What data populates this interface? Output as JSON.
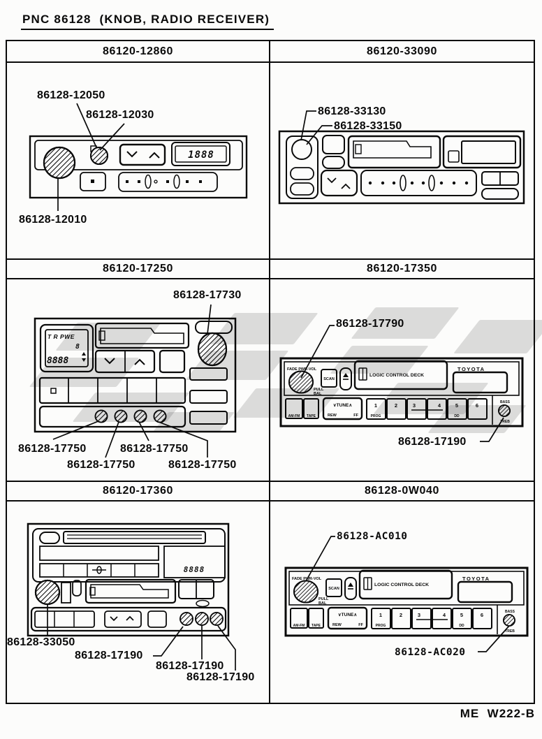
{
  "page": {
    "title": "PNC 86128  (KNOB, RADIO RECEIVER)",
    "footer_code": "ME  W222-B"
  },
  "cells": {
    "c1": {
      "header": "86120-12860",
      "callouts": [
        "86128-12050",
        "86128-12030",
        "86128-12010"
      ],
      "display": "1888"
    },
    "c2": {
      "header": "86120-33090",
      "callouts": [
        "86128-33130",
        "86128-33150"
      ]
    },
    "c3": {
      "header": "86120-17250",
      "callouts": [
        "86128-17730",
        "86128-17750",
        "86128-17750",
        "86128-17750",
        "86128-17750"
      ],
      "display": {
        "row1": "T R PWE",
        "digit": "8",
        "row2": "8888"
      }
    },
    "c4": {
      "header": "86120-17350",
      "callouts": [
        "86128-17790",
        "86128-17190"
      ]
    },
    "c5": {
      "header": "86120-17360",
      "callouts": [
        "86128-33050",
        "86128-17190",
        "86128-17190",
        "86128-17190"
      ],
      "display": "8888"
    },
    "c6": {
      "header": "86128-0W040",
      "callouts": [
        "86128-AC010",
        "86128-AC020"
      ]
    }
  },
  "radio_face": {
    "fade": "FADE PWR-VOL",
    "pull": "PULL",
    "bal": "BAL",
    "scan": "SCAN",
    "deck": "LOGIC CONTROL DECK",
    "brand": "TOYOTA",
    "band": "AM-FM",
    "tape": "TAPE",
    "tune": "∨TUNE∧",
    "rew": "REW",
    "ff": "FF",
    "preset1": "1",
    "prog": "PROG",
    "preset2": "2",
    "preset3": "3",
    "preset4": "4",
    "preset5": "5",
    "dolby": "DD",
    "preset6": "6",
    "bass": "BASS",
    "treb": "TREB"
  }
}
